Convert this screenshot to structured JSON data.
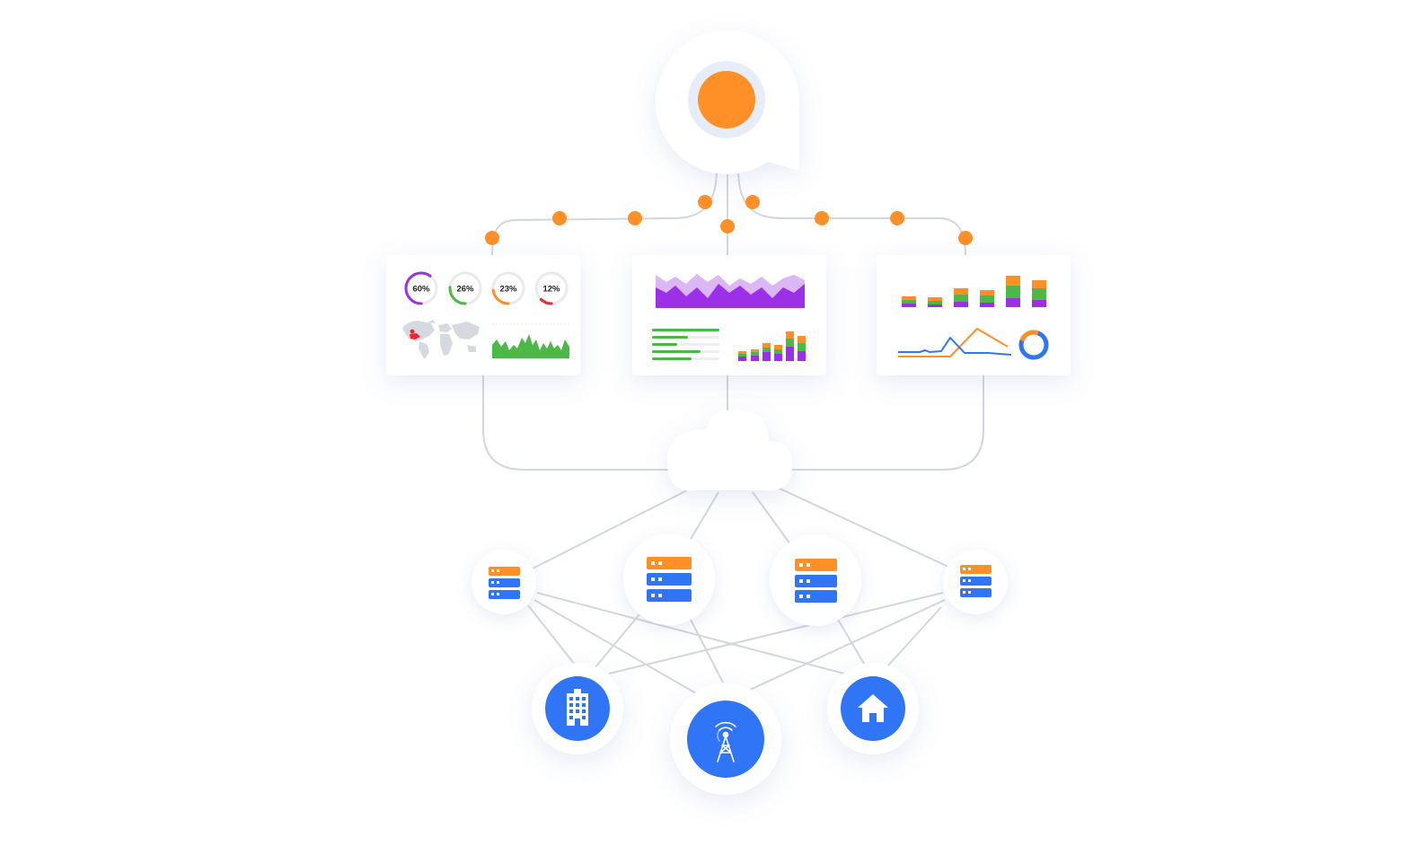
{
  "gauges": [
    {
      "label": "60%",
      "value": 60,
      "color": "#9b30e8"
    },
    {
      "label": "26%",
      "value": 26,
      "color": "#4cb848"
    },
    {
      "label": "23%",
      "value": 23,
      "color": "#ff9027"
    },
    {
      "label": "12%",
      "value": 12,
      "color": "#f0262e"
    }
  ],
  "colors": {
    "orange": "#ff9027",
    "blue": "#2f75f5",
    "purple": "#9b30e8",
    "green": "#4cb848",
    "line": "#d3d6de",
    "track": "#e8eaee"
  },
  "icons": {
    "hub": "orange-circle-icon",
    "cloud": "cloud-icon",
    "server": "server-icon",
    "building": "building-icon",
    "tower": "radio-tower-icon",
    "home": "home-icon"
  }
}
